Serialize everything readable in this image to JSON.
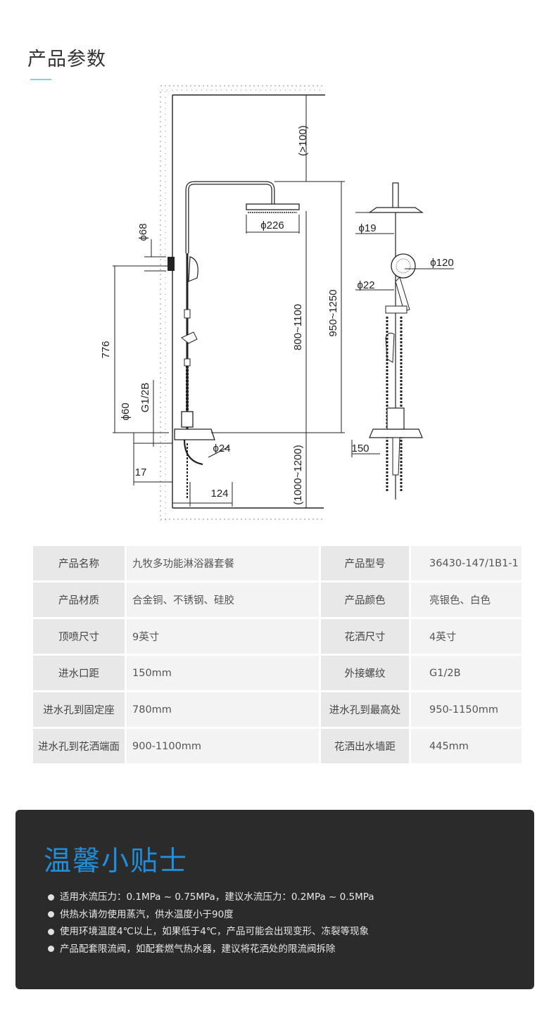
{
  "header": {
    "title": "产品参数"
  },
  "drawing": {
    "dims": {
      "top_clearance": "(>100)",
      "head_diameter": "ϕ226",
      "arm_height": "950~1250",
      "head_to_inlet": "800~1100",
      "inlet_to_seat": "776",
      "seat_diameter": "ϕ68",
      "inlet_diameter": "ϕ60",
      "thread": "G1/2B",
      "spout_diameter": "ϕ24",
      "wall_offset": "17",
      "spout_length": "124",
      "floor_height": "(1000~1200)",
      "pipe_diameter": "ϕ19",
      "hand_shower_diameter": "ϕ120",
      "rail_diameter": "ϕ22",
      "inlet_spacing": "150"
    }
  },
  "specs": {
    "rows": [
      {
        "label1": "产品名称",
        "value1": "九牧多功能淋浴器套餐",
        "label2": "产品型号",
        "value2": "36430-147/1B1-1"
      },
      {
        "label1": "产品材质",
        "value1": "合金铜、不锈钢、硅胶",
        "label2": "产品颜色",
        "value2": "亮银色、白色"
      },
      {
        "label1": "顶喷尺寸",
        "value1": "9英寸",
        "label2": "花洒尺寸",
        "value2": "4英寸"
      },
      {
        "label1": "进水口距",
        "value1": "150mm",
        "label2": "外接螺纹",
        "value2": "G1/2B"
      },
      {
        "label1": "进水孔到固定座",
        "value1": "780mm",
        "label2": "进水孔到最高处",
        "value2": "950-1150mm"
      },
      {
        "label1": "进水孔到花洒端面",
        "value1": "900-1100mm",
        "label2": "花洒出水墙距",
        "value2": "445mm"
      }
    ]
  },
  "tips": {
    "title": "温馨小贴士",
    "items": [
      "适用水流压力：0.1MPa ~ 0.75MPa，建议水流压力：0.2MPa ~ 0.5MPa",
      "供热水请勿使用蒸汽，供水温度小于90度",
      "使用环境温度4℃以上，如果低于4℃，产品可能会出现变形、冻裂等现象",
      "产品配套限流阀，如配套燃气热水器，建议将花洒处的限流阀拆除"
    ]
  }
}
